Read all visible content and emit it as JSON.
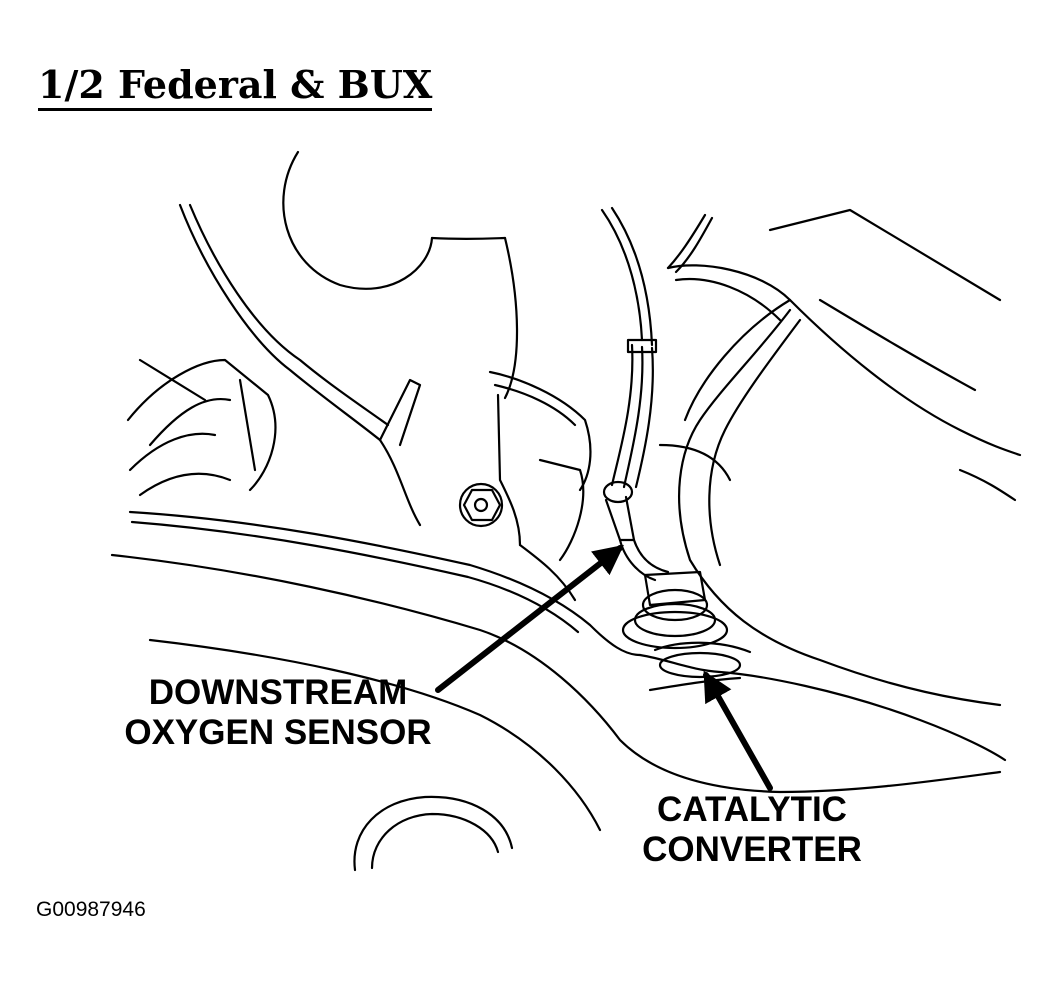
{
  "title": "1/2 Federal & BUX",
  "callouts": {
    "downstream_oxygen_sensor": [
      "DOWNSTREAM",
      "OXYGEN SENSOR"
    ],
    "catalytic_converter": [
      "CATALYTIC",
      "CONVERTER"
    ]
  },
  "figure_id": "G00987946",
  "colors": {
    "ink": "#000000",
    "paper": "#ffffff"
  }
}
